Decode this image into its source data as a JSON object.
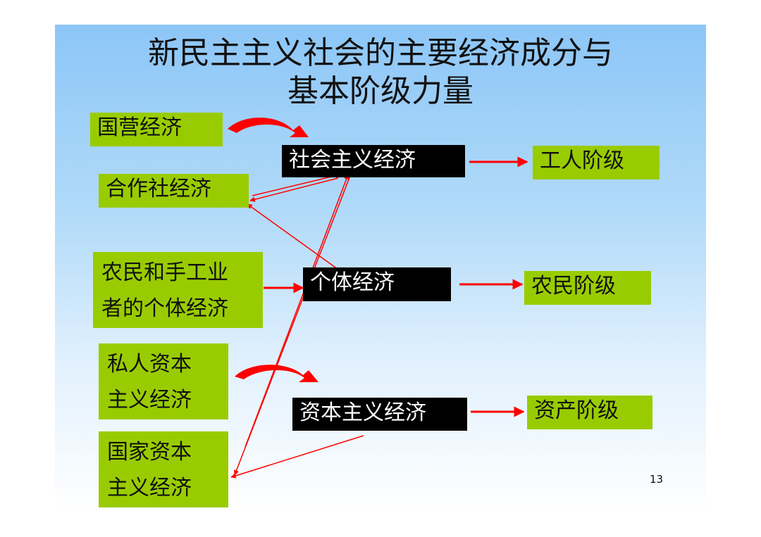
{
  "slide": {
    "title_line1": "新民主主义社会的主要经济成分与",
    "title_line2": "基本阶级力量",
    "page_number": "13"
  },
  "components": {
    "state_economy": "国营经济",
    "cooperative_economy": "合作社经济",
    "peasant_artisan_line1": "农民和手工业",
    "peasant_artisan_line2": "者的个体经济",
    "private_capital_line1": "私人资本",
    "private_capital_line2": "主义经济",
    "state_capital_line1": "国家资本",
    "state_capital_line2": "主义经济"
  },
  "economies": {
    "socialist": "社会主义经济",
    "individual": "个体经济",
    "capitalist": "资本主义经济"
  },
  "classes": {
    "working_class": "工人阶级",
    "peasant_class": "农民阶级",
    "bourgeoisie": "资产阶级"
  },
  "colors": {
    "component_box": "#99cc00",
    "economy_box": "#000000",
    "arrow": "#ff0000"
  }
}
